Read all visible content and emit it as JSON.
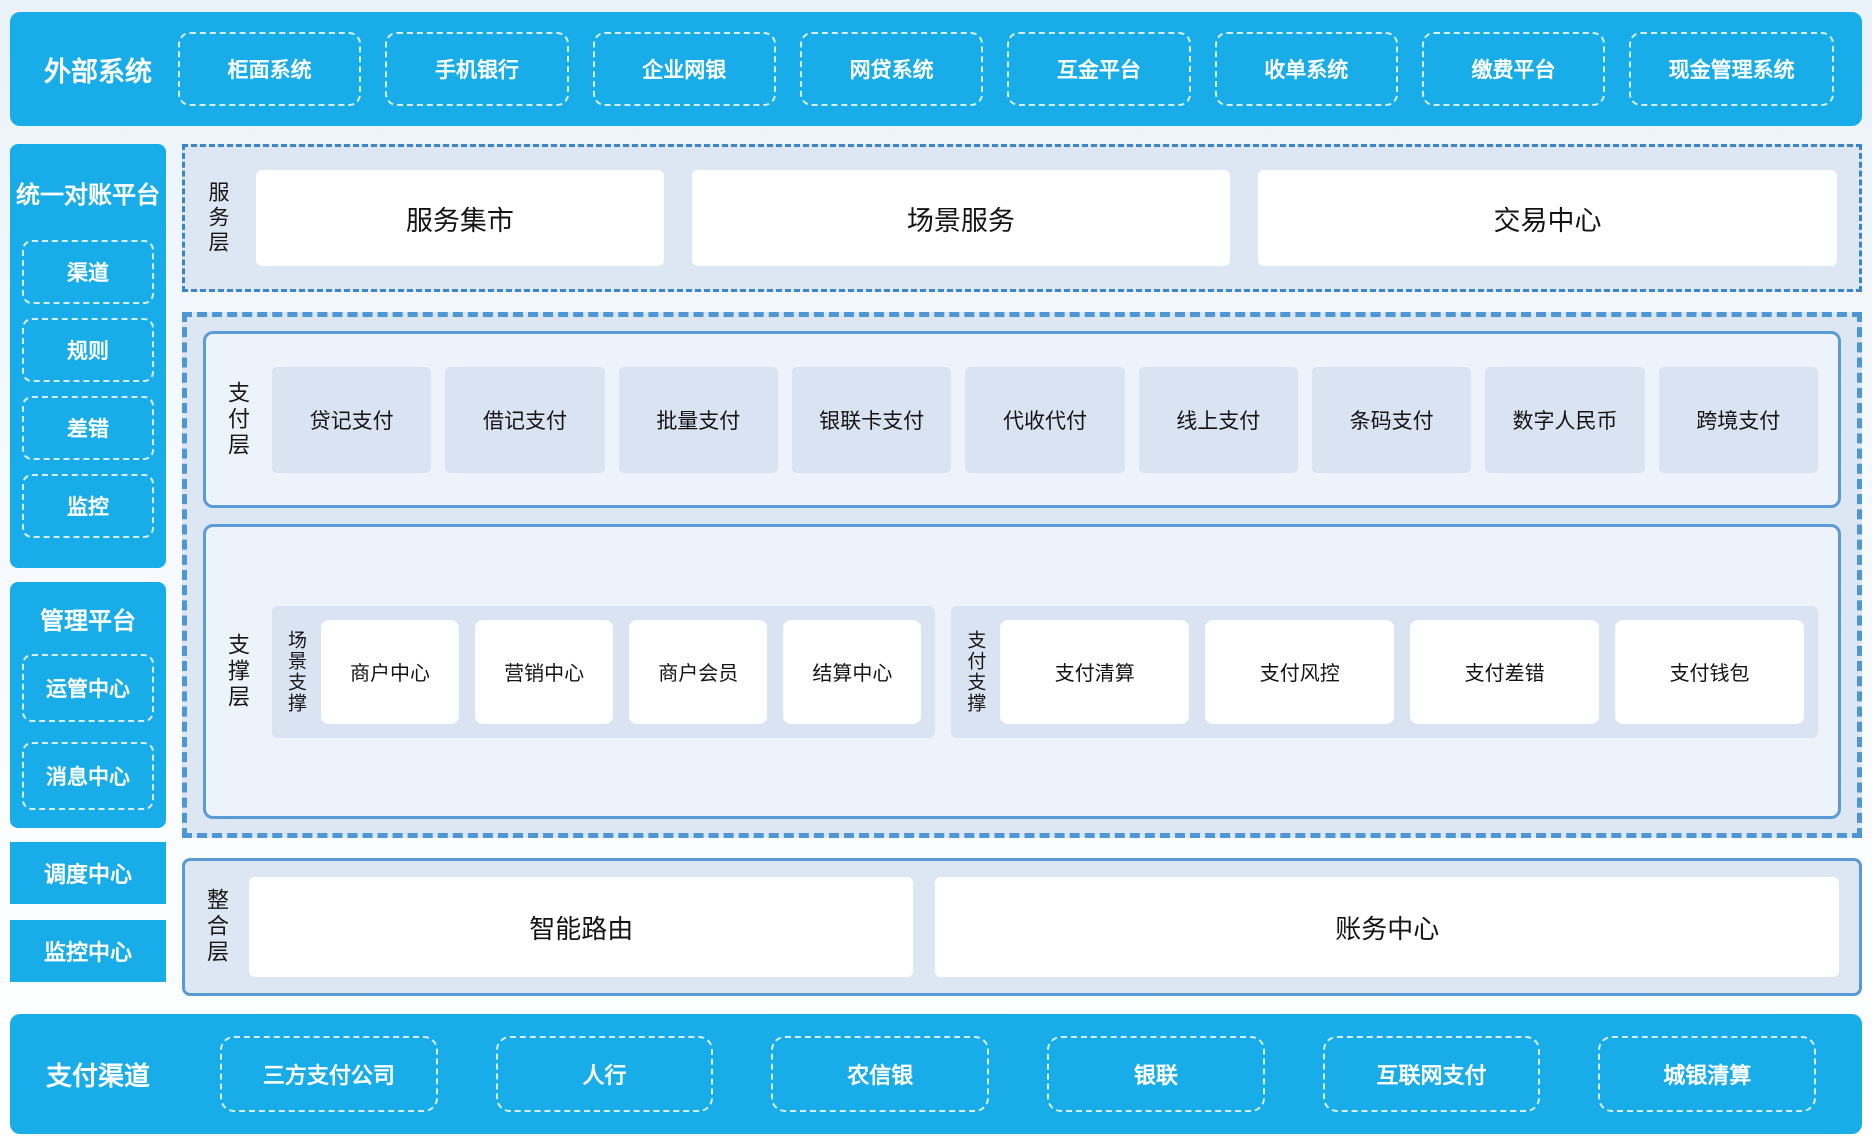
{
  "colors": {
    "accent_blue": "#18ADE9",
    "panel_light_blue": "#DCE7F3",
    "inner_panel_bg": "#EDF3FA",
    "item_blue": "#D9E3F2",
    "border_blue": "#5B9BD5",
    "dashed_border": "#4E96D4",
    "white": "#FFFFFF",
    "text_dark": "#141414"
  },
  "top_bar": {
    "title": "外部系统",
    "items": [
      "柜面系统",
      "手机银行",
      "企业网银",
      "网贷系统",
      "互金平台",
      "收单系统",
      "缴费平台",
      "现金管理系统"
    ]
  },
  "sidebar": {
    "reconciliation": {
      "title": "统一对账平台",
      "items": [
        "渠道",
        "规则",
        "差错",
        "监控"
      ]
    },
    "management": {
      "title": "管理平台",
      "items": [
        "运管中心",
        "消息中心"
      ]
    },
    "standalone": [
      "调度中心",
      "监控中心"
    ]
  },
  "service_layer": {
    "label": "服务层",
    "items": [
      "服务集市",
      "场景服务",
      "交易中心"
    ]
  },
  "payment_layer": {
    "label": "支付层",
    "items": [
      "贷记支付",
      "借记支付",
      "批量支付",
      "银联卡支付",
      "代收代付",
      "线上支付",
      "条码支付",
      "数字人民币",
      "跨境支付"
    ]
  },
  "support_layer": {
    "label": "支撑层",
    "groups": [
      {
        "label": "场景支撑",
        "items": [
          "商户中心",
          "营销中心",
          "商户会员",
          "结算中心"
        ]
      },
      {
        "label": "支付支撑",
        "items": [
          "支付清算",
          "支付风控",
          "支付差错",
          "支付钱包"
        ]
      }
    ]
  },
  "integration_layer": {
    "label": "整合层",
    "items": [
      "智能路由",
      "账务中心"
    ]
  },
  "bottom_bar": {
    "title": "支付渠道",
    "items": [
      "三方支付公司",
      "人行",
      "农信银",
      "银联",
      "互联网支付",
      "城银清算"
    ]
  }
}
